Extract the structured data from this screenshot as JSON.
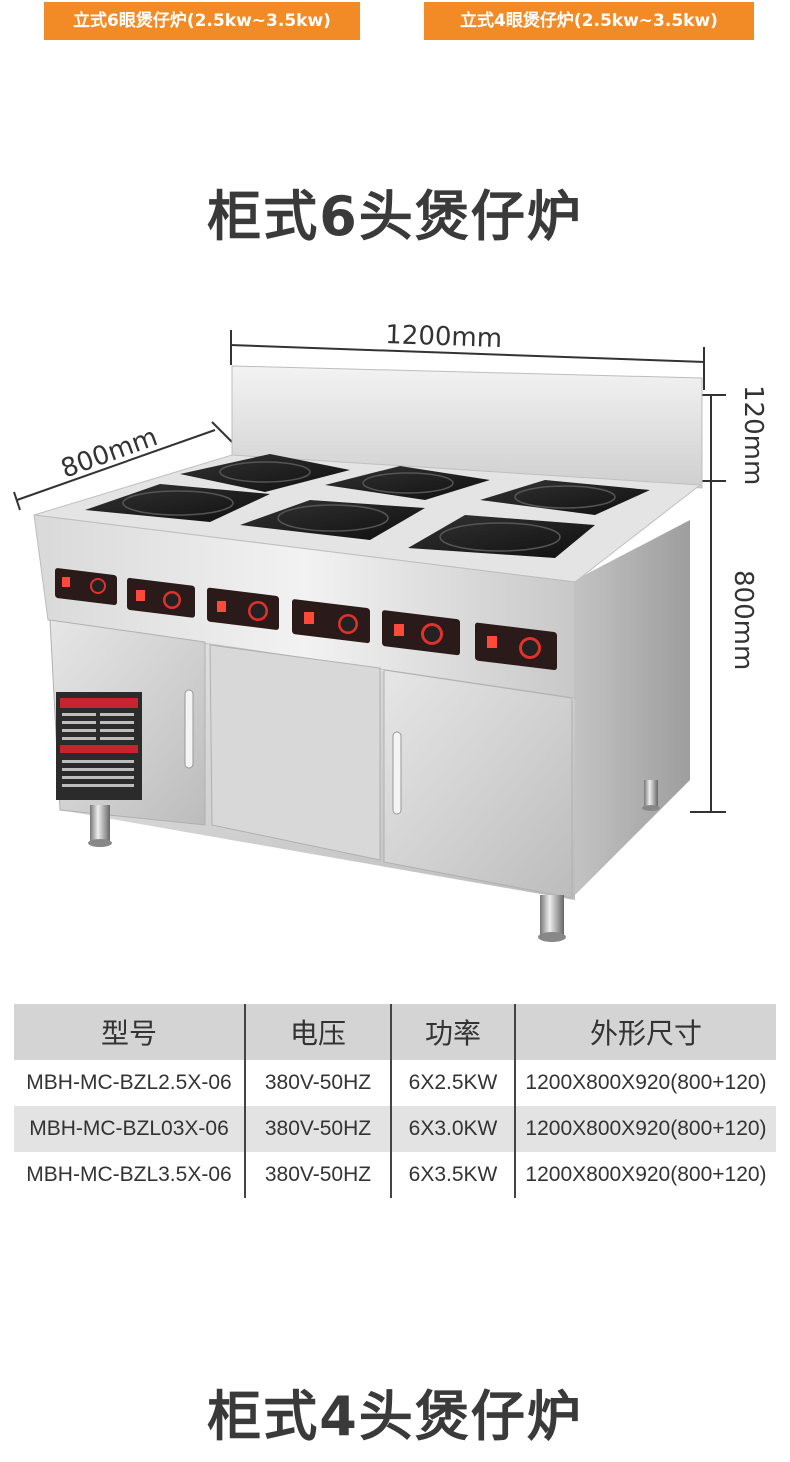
{
  "tags": {
    "left": "立式6眼煲仔炉(2.5kw~3.5kw)",
    "right": "立式4眼煲仔炉(2.5kw~3.5kw)"
  },
  "section1": {
    "title": "柜式6头煲仔炉"
  },
  "dimensions": {
    "width": "1200mm",
    "depth": "800mm",
    "backsplash": "120mm",
    "height": "800mm"
  },
  "spec_table": {
    "headers": [
      "型号",
      "电压",
      "功率",
      "外形尺寸"
    ],
    "rows": [
      [
        "MBH-MC-BZL2.5X-06",
        "380V-50HZ",
        "6X2.5KW",
        "1200X800X920(800+120)"
      ],
      [
        "MBH-MC-BZL03X-06",
        "380V-50HZ",
        "6X3.0KW",
        "1200X800X920(800+120)"
      ],
      [
        "MBH-MC-BZL3.5X-06",
        "380V-50HZ",
        "6X3.5KW",
        "1200X800X920(800+120)"
      ]
    ]
  },
  "section2": {
    "title": "柜式4头煲仔炉"
  },
  "colors": {
    "tag_bg": "#f28a26",
    "steel_light": "#e9e9e9",
    "steel_dark": "#a8a8a8",
    "glass": "#1c1c1c",
    "knob_red": "#c0202a"
  }
}
